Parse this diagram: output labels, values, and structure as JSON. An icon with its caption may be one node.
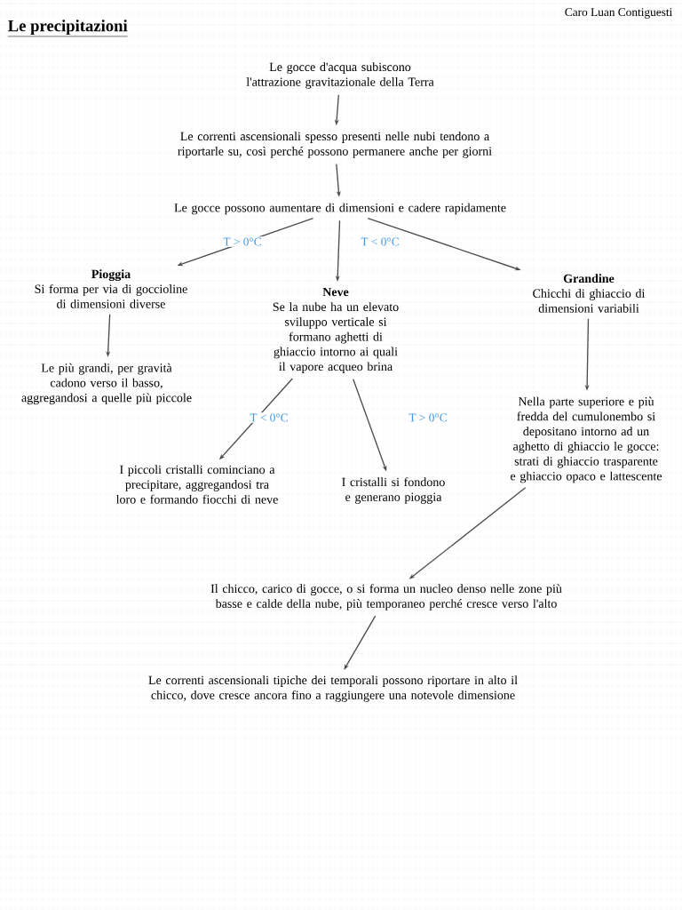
{
  "diagram": {
    "title": "Le precipitazioni",
    "nodes": [
      {
        "text": [
          "Le gocce d'acqua subiscono l'attrazione gravitazionale della Terra"
        ]
      },
      {
        "text": [
          "Le correnti ascensionali spesso presenti nelle nubi tendono a riportarle su, così perché possono permanere anche per giorni"
        ]
      },
      {
        "text": [
          "Le gocce possono aumentare di dimensioni e cadere rapidamente"
        ]
      },
      {
        "text": [
          "Pioggia",
          "Si forma per via di goccioline di dimensioni diverse"
        ]
      },
      {
        "text": [
          "Le più grandi, per gravità cadono verso il basso, aggregandosi a quelle più piccole"
        ]
      },
      {
        "text": [
          "Neve",
          "Se la nube ha un elevato sviluppo verticale si formano aghetti di ghiaccio intorno ai quali il vapore acqueo brina"
        ]
      },
      {
        "text": [
          "Grandine",
          "Chicchi di ghiaccio di dimensioni variabili"
        ]
      },
      {
        "text": [
          "Nella parte superiore e più fredda del cumulonembo si depositano intorno ad un aghetto di ghiaccio le gocce: strati di ghiaccio trasparente e ghiaccio opaco e lattescente"
        ]
      },
      {
        "text": [
          "I piccoli cristalli cominciano a precipitare, aggregandosi tra loro e formando fiocchi di neve"
        ]
      },
      {
        "text": [
          "I cristalli si fondono e generano pioggia"
        ]
      },
      {
        "text": [
          "Il chicco, carico di gocce, o si forma un nucleo denso nelle zone più basse e calde della nube, più temporaneo perché cresce verso l'alto"
        ]
      },
      {
        "text": [
          "Le correnti ascensionali tipiche dei temporali possono riportare in alto il chicco, dove cresce ancora fino a raggiungere una notevole dimensione"
        ]
      }
    ],
    "edges": [
      {
        "from": 0,
        "to": 1,
        "arrow": "to"
      },
      {
        "from": 1,
        "to": 2,
        "arrow": "to"
      },
      {
        "from": 2,
        "to": 3,
        "arrow": "to",
        "label": "T > 0°C"
      },
      {
        "from": 2,
        "to": 5,
        "arrow": "to",
        "label": "T < 0°C"
      },
      {
        "from": 2,
        "to": 6,
        "arrow": "to"
      },
      {
        "from": 3,
        "to": 4,
        "arrow": "to"
      },
      {
        "from": 6,
        "to": 7,
        "arrow": "to"
      },
      {
        "from": 5,
        "to": 8,
        "arrow": "to",
        "label": "T < 0°C"
      },
      {
        "from": 5,
        "to": 9,
        "arrow": "to",
        "label": "T > 0°C"
      },
      {
        "from": 7,
        "to": 10,
        "arrow": "to"
      },
      {
        "from": 10,
        "to": 11,
        "arrow": "to"
      }
    ],
    "labels": [
      "Caro Luan Contiguesti"
    ]
  }
}
